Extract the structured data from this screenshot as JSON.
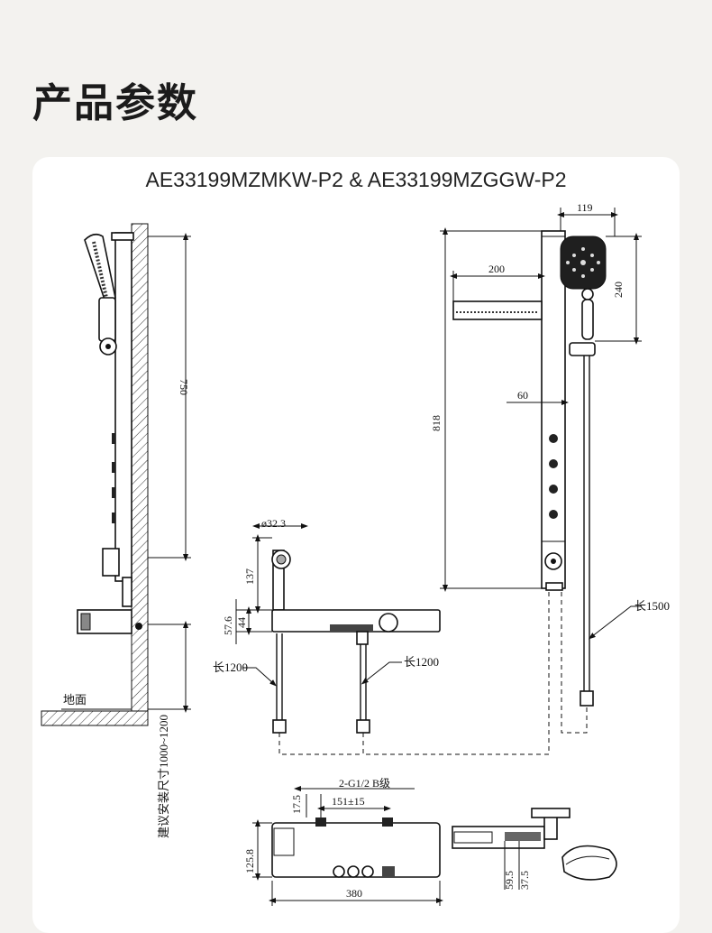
{
  "title": "产品参数",
  "model": "AE33199MZMKW-P2 & AE33199MZGGW-P2",
  "dimensions": {
    "height_750": "750",
    "install_height": "建议安装尺寸1000~1200",
    "floor": "地面",
    "width_119": "119",
    "shelf_200": "200",
    "head_240": "240",
    "total_818": "818",
    "depth_60": "60",
    "hose_1500": "长1500",
    "spout_dia": "ø32.3",
    "spout_137": "137",
    "dim_57_6": "57.6",
    "dim_44": "44",
    "hose_left": "长1200",
    "hose_right": "长1200",
    "thread": "2-G1/2 B级",
    "dim_17_5": "17.5",
    "spacing": "151±15",
    "dim_125_8": "125.8",
    "width_380": "380",
    "dim_59_5": "59.5",
    "dim_37_5": "37.5"
  }
}
